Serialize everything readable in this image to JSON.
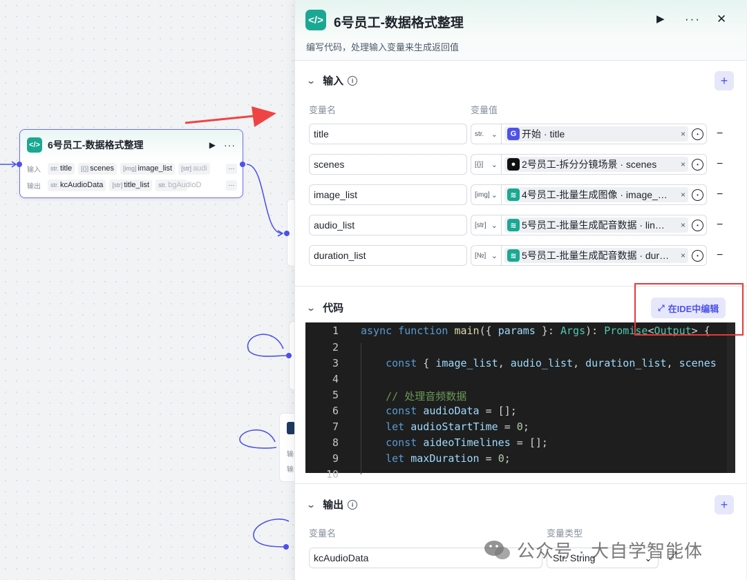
{
  "node": {
    "title": "6号员工-数据格式整理",
    "input_label": "输入",
    "output_label": "输出",
    "inputs": [
      {
        "type": "str.",
        "name": "title"
      },
      {
        "type": "[{}]",
        "name": "scenes"
      },
      {
        "type": "[img]",
        "name": "image_list"
      },
      {
        "type": "[str]",
        "name": "audi"
      }
    ],
    "outputs": [
      {
        "type": "str.",
        "name": "kcAudioData"
      },
      {
        "type": "[str]",
        "name": "title_list"
      },
      {
        "type": "str.",
        "name": "bgAudioD"
      }
    ],
    "more": "···"
  },
  "stubs": {
    "label_a": "输",
    "label_b": "输"
  },
  "panel": {
    "title": "6号员工-数据格式整理",
    "description": "编写代码，处理输入变量来生成返回值",
    "badge": "</>",
    "run_icon": "play-icon",
    "more": "···",
    "close": "✕"
  },
  "input_section": {
    "title": "输入",
    "col_name": "变量名",
    "col_value": "变量值",
    "rows": [
      {
        "name": "title",
        "type": "str.",
        "icon_color": "#4d53e8",
        "icon_glyph": "G",
        "value": "开始 · title"
      },
      {
        "name": "scenes",
        "type": "[{}]",
        "icon_color": "#111111",
        "icon_glyph": "●",
        "value": "2号员工-拆分分镜场景 · scenes"
      },
      {
        "name": "image_list",
        "type": "[img]",
        "icon_color": "#1aa892",
        "icon_glyph": "≋",
        "value": "4号员工-批量生成图像 · image_…"
      },
      {
        "name": "audio_list",
        "type": "[str]",
        "icon_color": "#1aa892",
        "icon_glyph": "≋",
        "value": "5号员工-批量生成配音数据 · lin…"
      },
      {
        "name": "duration_list",
        "type": "[№]",
        "icon_color": "#1aa892",
        "icon_glyph": "≋",
        "value": "5号员工-批量生成配音数据 · dur…"
      }
    ],
    "remove": "−",
    "add": "+"
  },
  "code_section": {
    "title": "代码",
    "ide_button": "在IDE中编辑",
    "line_numbers": [
      "1",
      "2",
      "3",
      "4",
      "5",
      "6",
      "7",
      "8",
      "9",
      "10"
    ]
  },
  "output_section": {
    "title": "输出",
    "col_name": "变量名",
    "col_type": "变量类型",
    "rows": [
      {
        "name": "kcAudioData",
        "type": "Str. String"
      }
    ],
    "add": "+"
  },
  "watermark": "公众号 · 大自学智能体",
  "colors": {
    "accent": "#4d53e8",
    "code_badge": "#1aa892",
    "highlight_box": "#e53935",
    "arrow": "#ef4444"
  }
}
